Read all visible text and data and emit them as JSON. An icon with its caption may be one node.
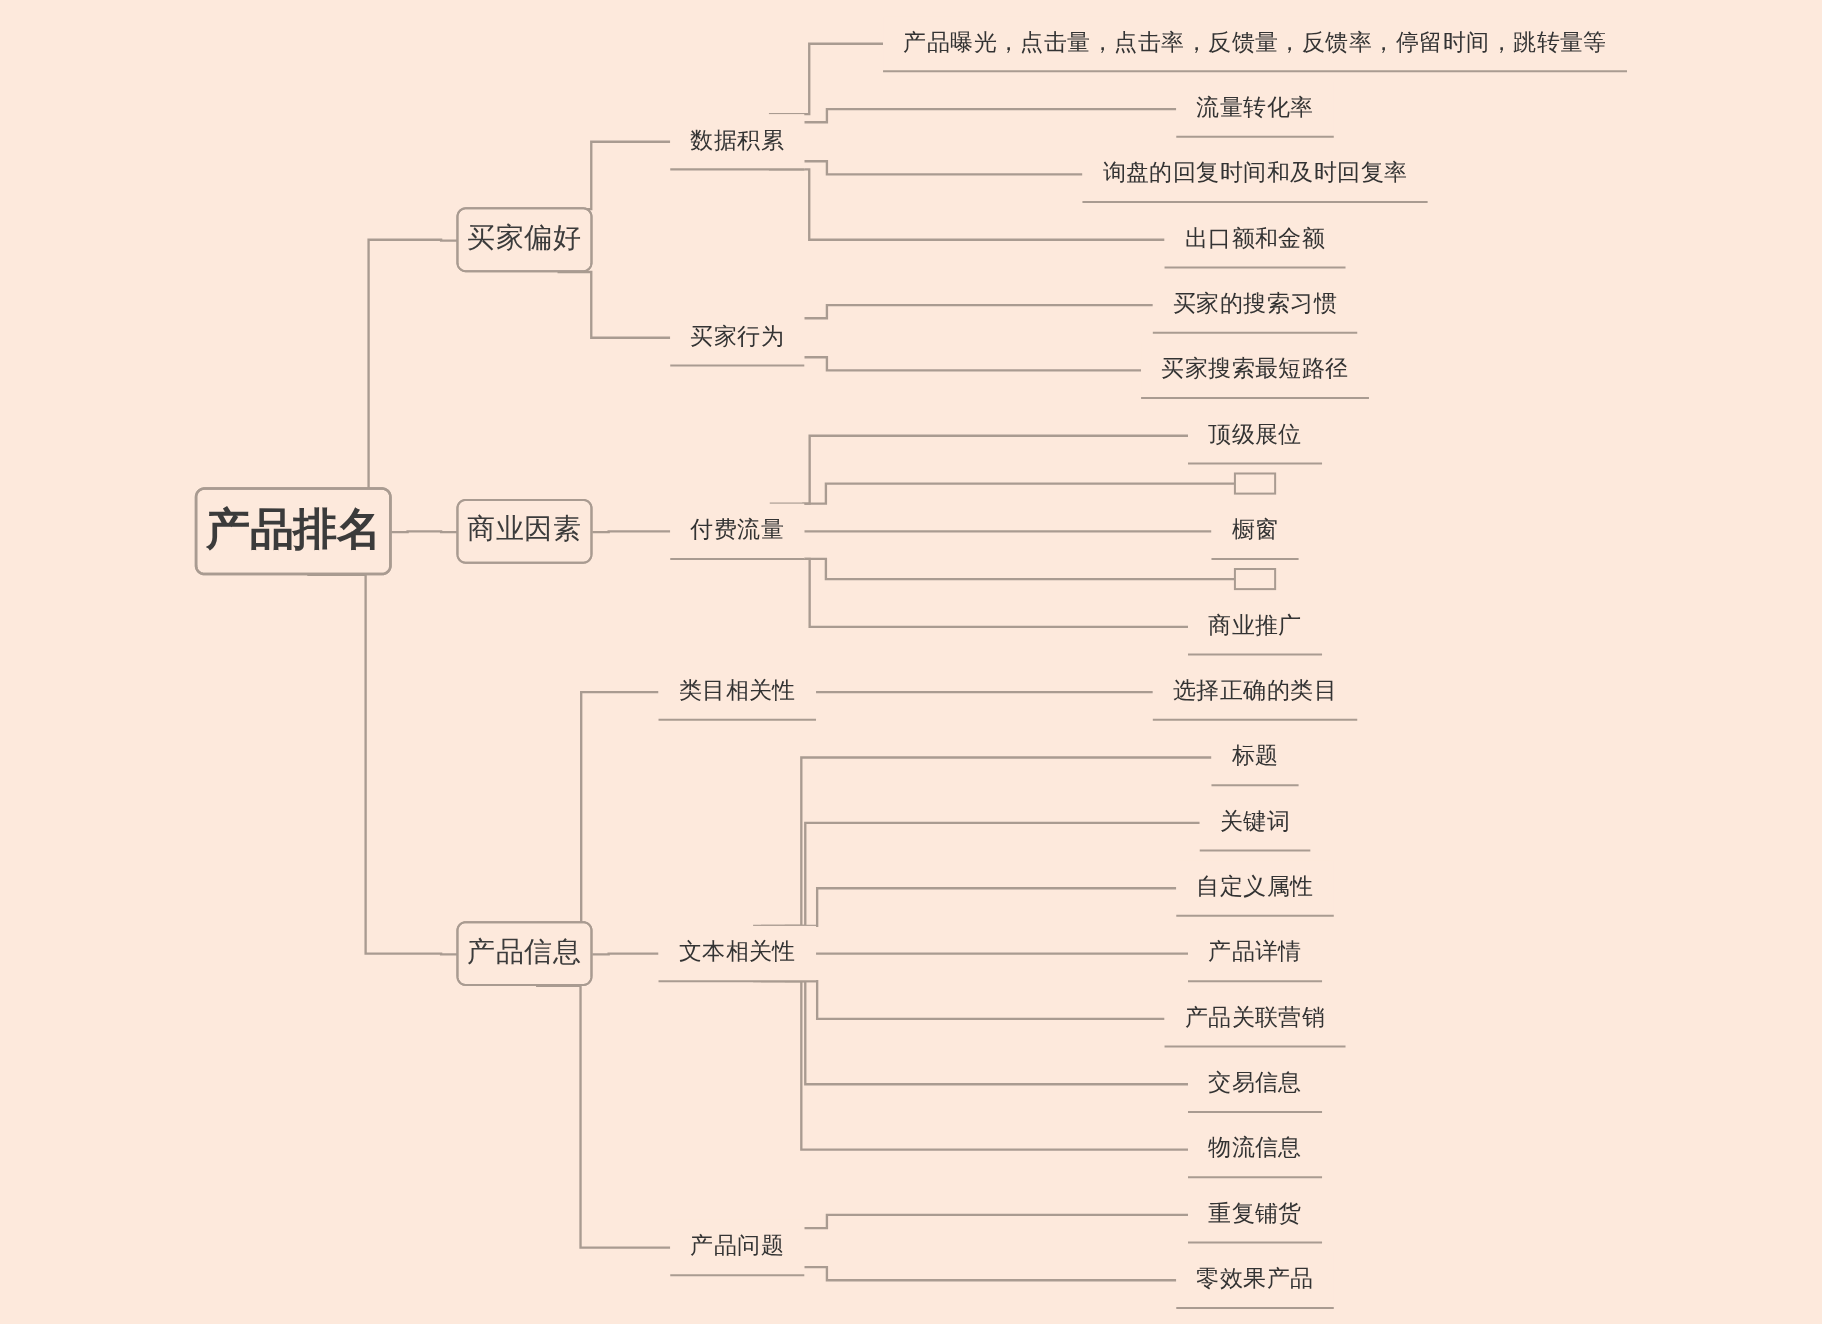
{
  "diagram": {
    "nodes": [
      {
        "text": [
          "产品排名"
        ]
      },
      {
        "text": [
          "买家偏好"
        ]
      },
      {
        "text": [
          "数据积累"
        ]
      },
      {
        "text": [
          "产品曝光，点击量，点击率，反馈量，反馈率，停留时间，跳转量等"
        ]
      },
      {
        "text": [
          "流量转化率"
        ]
      },
      {
        "text": [
          "询盘的回复时间和及时回复率"
        ]
      },
      {
        "text": [
          "出口额和金额"
        ]
      },
      {
        "text": [
          "买家行为"
        ]
      },
      {
        "text": [
          "买家的搜索习惯"
        ]
      },
      {
        "text": [
          "买家搜索最短路径"
        ]
      },
      {
        "text": [
          "商业因素"
        ]
      },
      {
        "text": [
          "付费流量"
        ]
      },
      {
        "text": [
          "顶级展位"
        ]
      },
      {
        "text": [],
        "shape": "box"
      },
      {
        "text": [
          "橱窗"
        ]
      },
      {
        "text": [],
        "shape": "box"
      },
      {
        "text": [
          "商业推广"
        ]
      },
      {
        "text": [
          "产品信息"
        ]
      },
      {
        "text": [
          "类目相关性"
        ]
      },
      {
        "text": [
          "选择正确的类目"
        ]
      },
      {
        "text": [
          "文本相关性"
        ]
      },
      {
        "text": [
          "标题"
        ]
      },
      {
        "text": [
          "关键词"
        ]
      },
      {
        "text": [
          "自定义属性"
        ]
      },
      {
        "text": [
          "产品详情"
        ]
      },
      {
        "text": [
          "产品关联营销"
        ]
      },
      {
        "text": [
          "交易信息"
        ]
      },
      {
        "text": [
          "物流信息"
        ]
      },
      {
        "text": [
          "产品问题"
        ]
      },
      {
        "text": [
          "重复铺货"
        ]
      },
      {
        "text": [
          "零效果产品"
        ]
      }
    ],
    "edges": [
      {
        "from": 0,
        "to": 1,
        "arrow": "none"
      },
      {
        "from": 1,
        "to": 2,
        "arrow": "none"
      },
      {
        "from": 2,
        "to": 3,
        "arrow": "none"
      },
      {
        "from": 2,
        "to": 4,
        "arrow": "none"
      },
      {
        "from": 2,
        "to": 5,
        "arrow": "none"
      },
      {
        "from": 2,
        "to": 6,
        "arrow": "none"
      },
      {
        "from": 1,
        "to": 7,
        "arrow": "none"
      },
      {
        "from": 7,
        "to": 8,
        "arrow": "none"
      },
      {
        "from": 7,
        "to": 9,
        "arrow": "none"
      },
      {
        "from": 0,
        "to": 10,
        "arrow": "none"
      },
      {
        "from": 10,
        "to": 11,
        "arrow": "none"
      },
      {
        "from": 11,
        "to": 12,
        "arrow": "none"
      },
      {
        "from": 11,
        "to": 13,
        "arrow": "none"
      },
      {
        "from": 11,
        "to": 14,
        "arrow": "none"
      },
      {
        "from": 11,
        "to": 15,
        "arrow": "none"
      },
      {
        "from": 11,
        "to": 16,
        "arrow": "none"
      },
      {
        "from": 0,
        "to": 17,
        "arrow": "none"
      },
      {
        "from": 17,
        "to": 18,
        "arrow": "none"
      },
      {
        "from": 18,
        "to": 19,
        "arrow": "none"
      },
      {
        "from": 17,
        "to": 20,
        "arrow": "none"
      },
      {
        "from": 20,
        "to": 21,
        "arrow": "none"
      },
      {
        "from": 20,
        "to": 22,
        "arrow": "none"
      },
      {
        "from": 20,
        "to": 23,
        "arrow": "none"
      },
      {
        "from": 20,
        "to": 24,
        "arrow": "none"
      },
      {
        "from": 20,
        "to": 25,
        "arrow": "none"
      },
      {
        "from": 20,
        "to": 26,
        "arrow": "none"
      },
      {
        "from": 20,
        "to": 27,
        "arrow": "none"
      },
      {
        "from": 17,
        "to": 28,
        "arrow": "none"
      },
      {
        "from": 28,
        "to": 29,
        "arrow": "none"
      },
      {
        "from": 28,
        "to": 30,
        "arrow": "none"
      }
    ]
  }
}
